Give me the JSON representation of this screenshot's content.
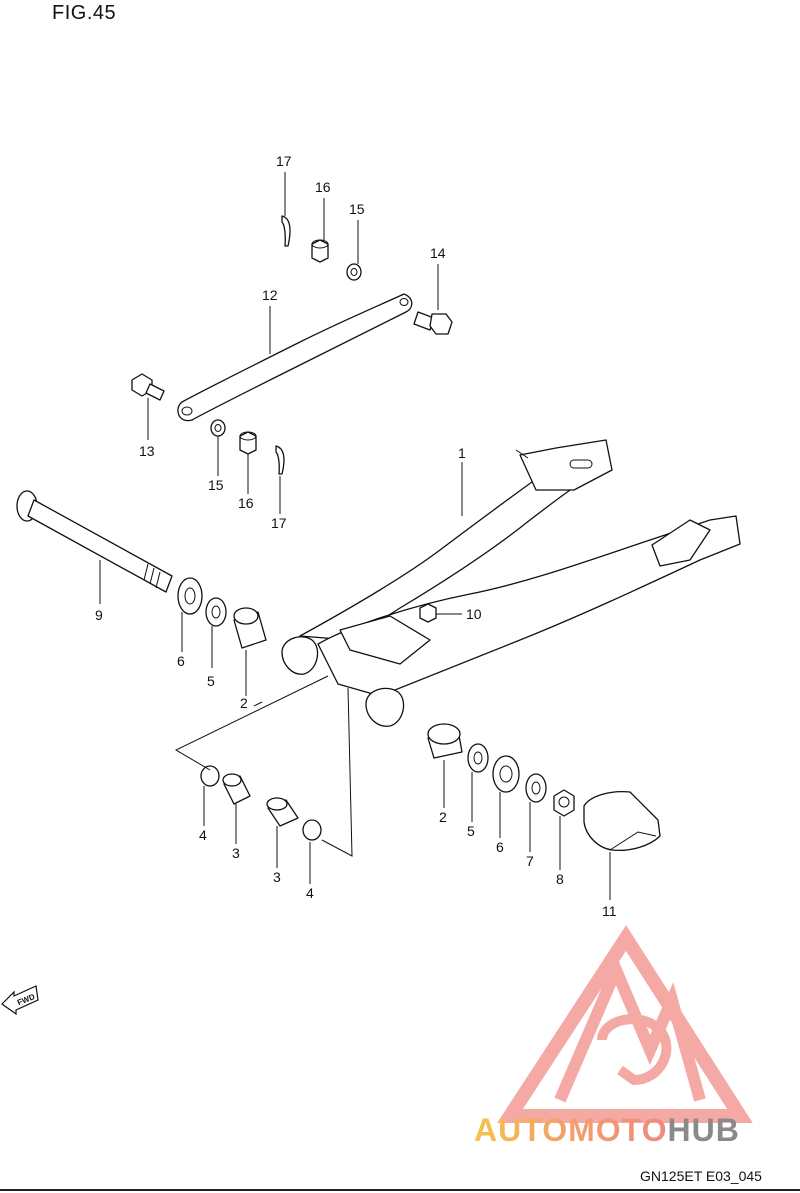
{
  "header": {
    "figure_title": "FIG.45"
  },
  "footer": {
    "drawing_code": "GN125ET E03_045"
  },
  "brand": {
    "logo_text_part1": "AUTOMOTO",
    "logo_text_part2": "HUB",
    "accent_color": "#f07a78",
    "logo_color_1": "#f5b041",
    "logo_color_2": "#f08a80",
    "logo_color_3": "#8a8a8a"
  },
  "fwd_badge": {
    "text": "FWD"
  },
  "callouts": {
    "c1": "1",
    "c2a": "2",
    "c2b": "2",
    "c3a": "3",
    "c3b": "3",
    "c4a": "4",
    "c4b": "4",
    "c5a": "5",
    "c5b": "5",
    "c6a": "6",
    "c6b": "6",
    "c7": "7",
    "c8": "8",
    "c9": "9",
    "c10": "10",
    "c11": "11",
    "c12": "12",
    "c13": "13",
    "c14": "14",
    "c15a": "15",
    "c15b": "15",
    "c16a": "16",
    "c16b": "16",
    "c17a": "17",
    "c17b": "17"
  }
}
